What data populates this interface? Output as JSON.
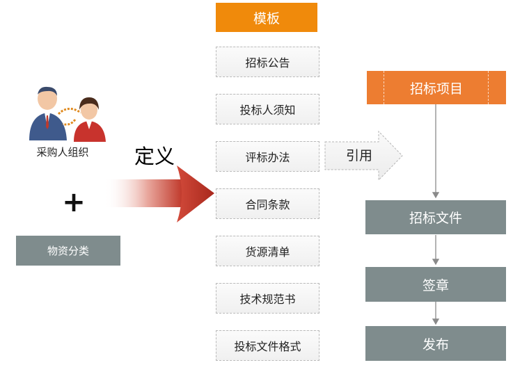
{
  "left": {
    "org_label": "采购人组织",
    "plus": "+",
    "materials_label": "物资分类"
  },
  "define_label": "定义",
  "template": {
    "title": "模板",
    "items": [
      "招标公告",
      "投标人须知",
      "评标办法",
      "合同条款",
      "货源清单",
      "技术规范书",
      "投标文件格式"
    ]
  },
  "reference_label": "引用",
  "workflow": {
    "project": "招标项目",
    "steps": [
      "招标文件",
      "签章",
      "发布"
    ]
  },
  "colors": {
    "orange": "#f08a0b",
    "project_orange": "#ed7d31",
    "gray_box": "#7f8c8d",
    "arrow_red": "#c0392b"
  }
}
